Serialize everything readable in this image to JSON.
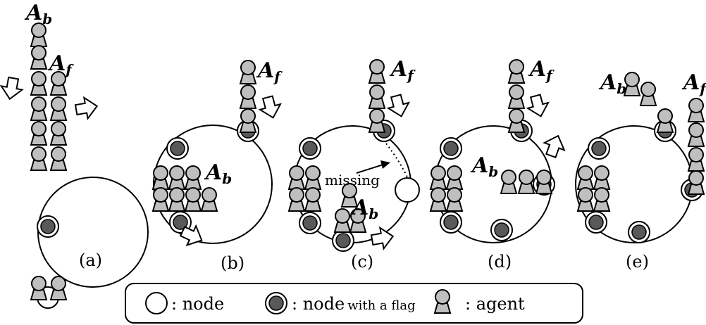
{
  "labels": {
    "ab_main": "A",
    "ab_sub": "b",
    "af_main": "A",
    "af_sub": "f",
    "missing": "missing"
  },
  "panels": [
    "(a)",
    "(b)",
    "(c)",
    "(d)",
    "(e)"
  ],
  "legend": {
    "node": ": node",
    "flag_prefix": ": node",
    "flag_suffix": "with a flag",
    "agent": ": agent"
  },
  "colors": {
    "agent_fill": "#bfbfbf",
    "flag_fill": "#595959",
    "line": "#000000"
  }
}
